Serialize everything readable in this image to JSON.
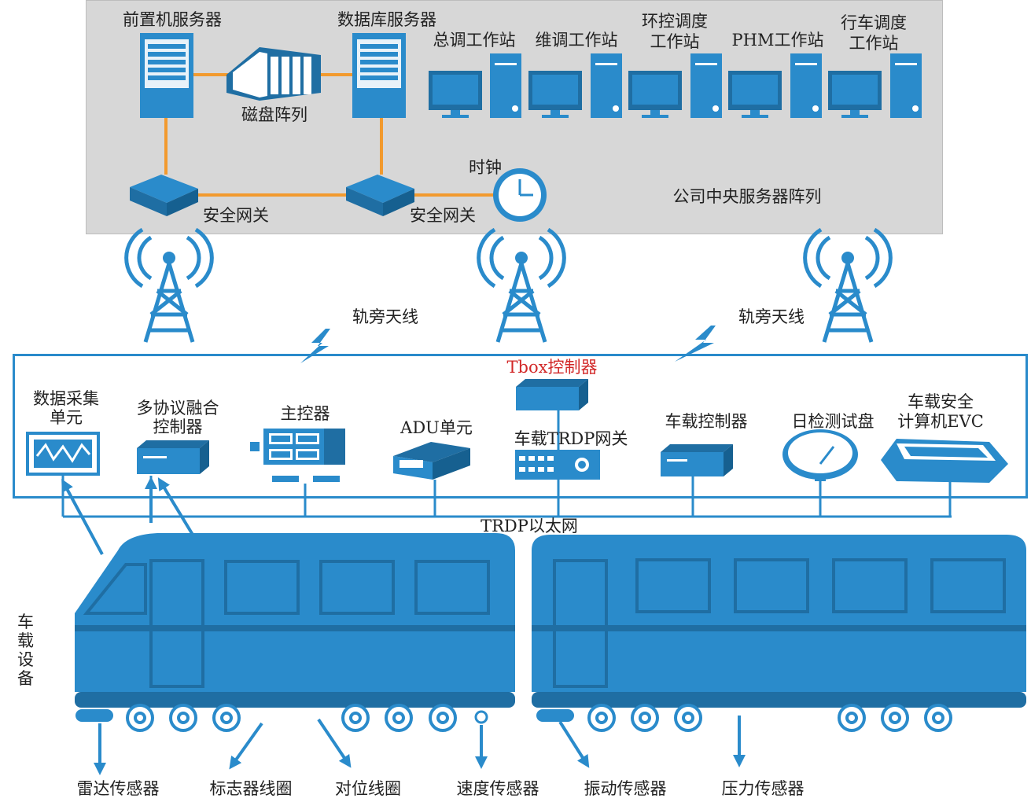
{
  "colors": {
    "blue": "#2a8bcb",
    "dark_blue": "#1f6ea3",
    "orange": "#f29a2e",
    "panel": "#d7d7d7",
    "red": "#d22828"
  },
  "central": {
    "title": "公司中央服务器阵列",
    "front_server": "前置机服务器",
    "database_server": "数据库服务器",
    "disk_array": "磁盘阵列",
    "gateway_1": "安全网关",
    "gateway_2": "安全网关",
    "clock": "时钟",
    "workstations": [
      {
        "line1": "总调工作站",
        "line2": ""
      },
      {
        "line1": "维调工作站",
        "line2": ""
      },
      {
        "line1": "环控调度",
        "line2": "工作站"
      },
      {
        "line1": "PHM工作站",
        "line2": ""
      },
      {
        "line1": "行车调度",
        "line2": "工作站"
      }
    ]
  },
  "antenna_label_1": "轨旁天线",
  "antenna_label_2": "轨旁天线",
  "onboard": {
    "daq": {
      "line1": "数据采集",
      "line2": "单元"
    },
    "multi_protocol": {
      "line1": "多协议融合",
      "line2": "控制器"
    },
    "main_controller": "主控器",
    "adu": "ADU单元",
    "tbox": "Tbox控制器",
    "trdp_gateway": "车载TRDP网关",
    "vehicle_controller": "车载控制器",
    "daily_check": "日检测试盘",
    "evc": {
      "line1": "车载安全",
      "line2": "计算机EVC"
    },
    "network": "TRDP以太网"
  },
  "vehicle_label": [
    "车",
    "载",
    "设",
    "备"
  ],
  "sensors": [
    "雷达传感器",
    "标志器线圈",
    "对位线圈",
    "速度传感器",
    "振动传感器",
    "压力传感器"
  ]
}
